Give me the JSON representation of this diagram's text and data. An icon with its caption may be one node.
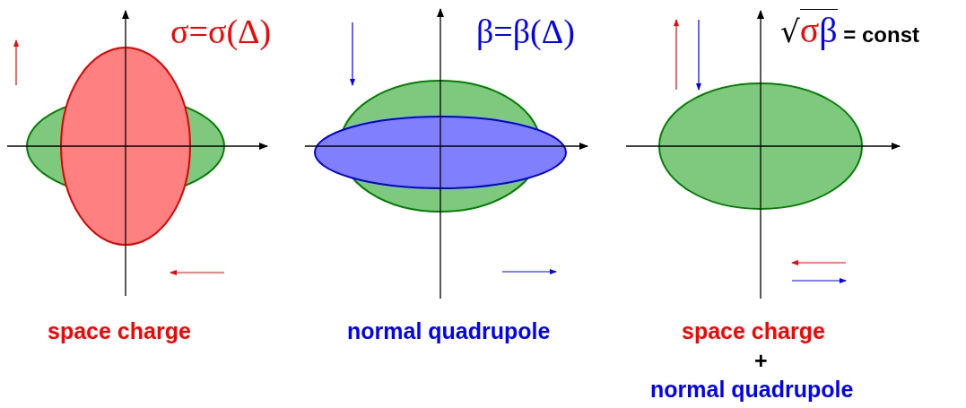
{
  "diagram": {
    "labels": [
      "σ=σ(Δ)",
      "β=β(Δ)",
      "√σβ = const",
      "space charge",
      "normal quadrupole",
      "space charge",
      "+",
      "normal quadrupole"
    ]
  }
}
